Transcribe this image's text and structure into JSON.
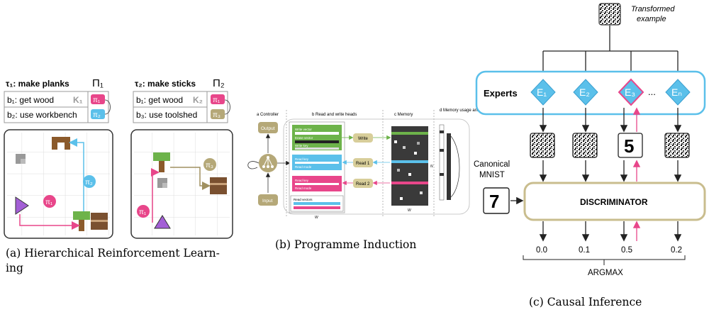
{
  "panel_a": {
    "task1": {
      "title": "τ₁: make planks",
      "policy": "Π₁",
      "row1": "b₁: get wood",
      "row2": "b₂: use workbench",
      "k": "K₁",
      "pi_a": "π₁",
      "pi_b": "π₂"
    },
    "task2": {
      "title": "τ₂: make sticks",
      "policy": "Π₂",
      "row1": "b₁: get wood",
      "row2": "b₃: use toolshed",
      "k": "K₂",
      "pi_a": "π₁",
      "pi_b": "π₃"
    },
    "grid1": {
      "pi1": "π₁",
      "pi2": "π₂"
    },
    "grid2": {
      "pi1": "π₁",
      "pi3": "π₃"
    },
    "caption": "(a) Hierarchical Reinforcement Learn-",
    "caption2": "ing"
  },
  "panel_b": {
    "section_a": "a Controller",
    "section_b": "b Read and write heads",
    "section_c": "c Memory",
    "section_d": "d Memory usage and temporal links",
    "output": "Output",
    "input": "Input",
    "write": "Write",
    "read1": "Read 1",
    "read2": "Read 2",
    "write_vector": "Write vector",
    "erase_vector": "Erase vector",
    "write_key": "Write key",
    "read_key": "Read key",
    "read_mode": "Read mode",
    "read_vectors": "Read vectors",
    "w": "W",
    "n": "N",
    "caption": "(b) Programme Induction"
  },
  "panel_c": {
    "transformed": "Transformed",
    "example": "example",
    "experts_label": "Experts",
    "experts": [
      "E₁",
      "E₂",
      "E₃",
      "Eₙ"
    ],
    "ellipsis": "...",
    "canonical1": "Canonical",
    "canonical2": "MNIST",
    "canonical_digit": "7",
    "expert_digit": "5",
    "discriminator": "DISCRIMINATOR",
    "scores": [
      "0.0",
      "0.1",
      "0.5",
      "0.2"
    ],
    "argmax": "ARGMAX",
    "caption": "(c) Causal Inference"
  },
  "colors": {
    "pink": "#e8468a",
    "blue": "#5bc0ea",
    "khaki": "#b5a878",
    "green": "#6db34a",
    "brown": "#8b5a2b",
    "purple": "#a35fd6"
  }
}
